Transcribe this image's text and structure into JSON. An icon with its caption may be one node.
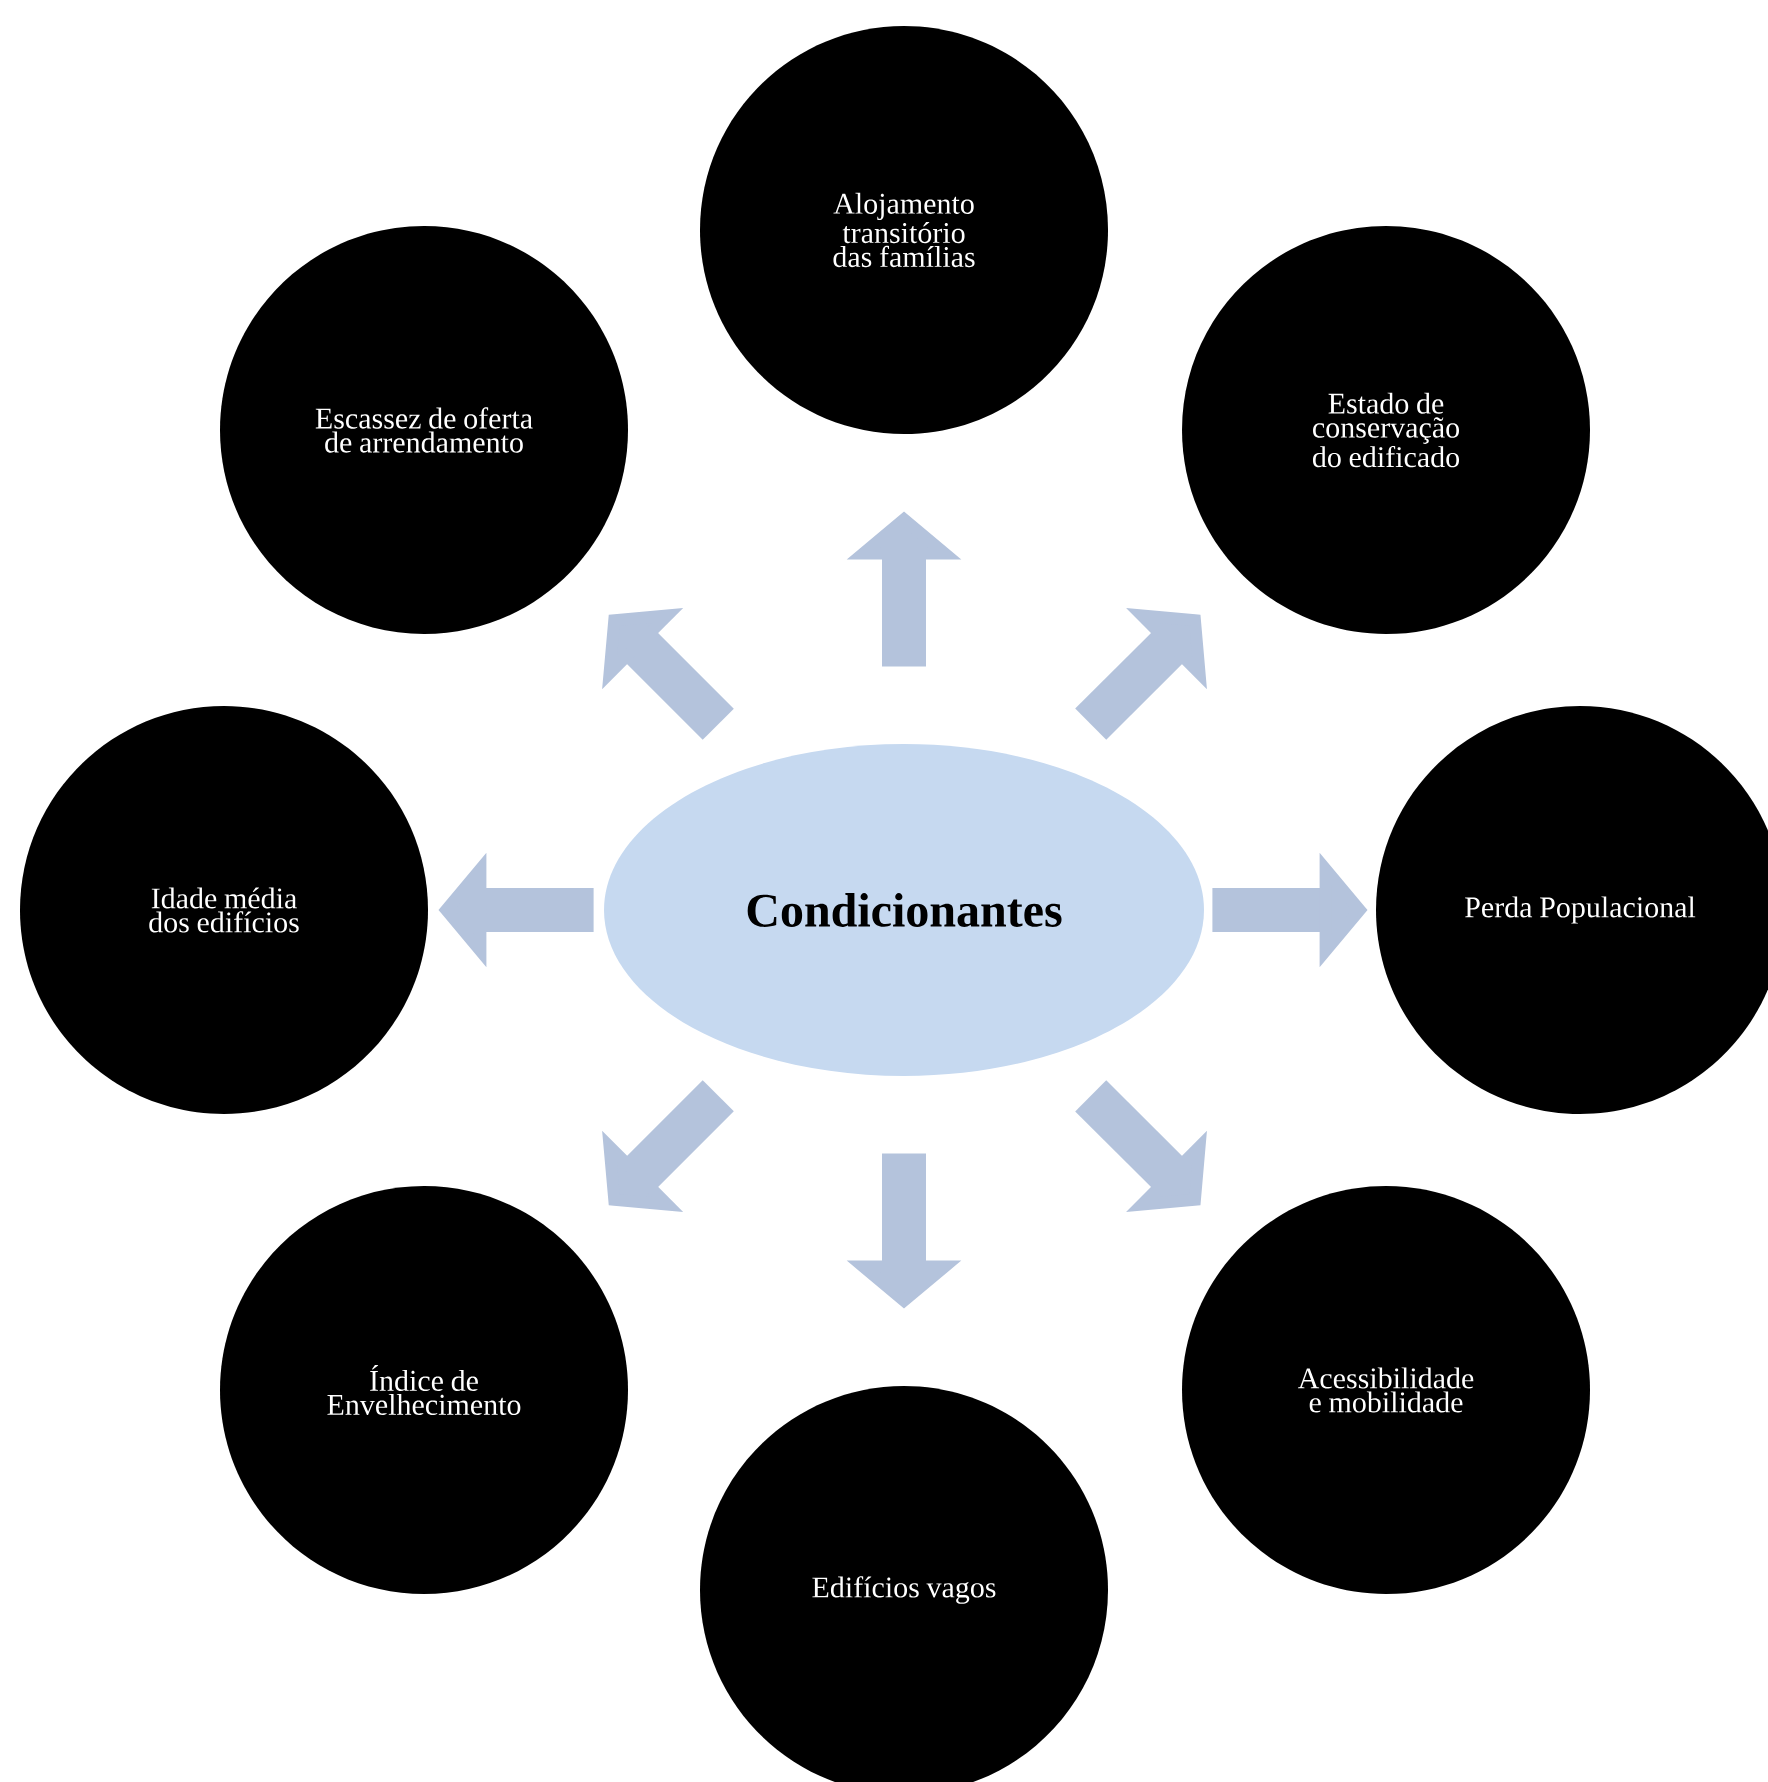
{
  "diagram": {
    "nodes": [
      {
        "text": [
          "Condicionantes"
        ]
      },
      {
        "text": [
          "Alojamento transitório das famílias"
        ]
      },
      {
        "text": [
          "Estado de conservação do edificado"
        ]
      },
      {
        "text": [
          "Perda Populacional"
        ]
      },
      {
        "text": [
          "Acessibilidade e mobilidade"
        ]
      },
      {
        "text": [
          "Edifícios vagos"
        ]
      },
      {
        "text": [
          "Índice de Envelhecimento"
        ]
      },
      {
        "text": [
          "Idade média dos edifícios"
        ]
      },
      {
        "text": [
          "Escassez de oferta de arrendamento"
        ]
      }
    ],
    "edges": [
      {
        "from": 0,
        "to": 1,
        "arrow": "to"
      },
      {
        "from": 0,
        "to": 2,
        "arrow": "to"
      },
      {
        "from": 0,
        "to": 3,
        "arrow": "to"
      },
      {
        "from": 0,
        "to": 4,
        "arrow": "to"
      },
      {
        "from": 0,
        "to": 5,
        "arrow": "to"
      },
      {
        "from": 0,
        "to": 6,
        "arrow": "to"
      },
      {
        "from": 0,
        "to": 7,
        "arrow": "to"
      },
      {
        "from": 0,
        "to": 8,
        "arrow": "to"
      }
    ]
  }
}
